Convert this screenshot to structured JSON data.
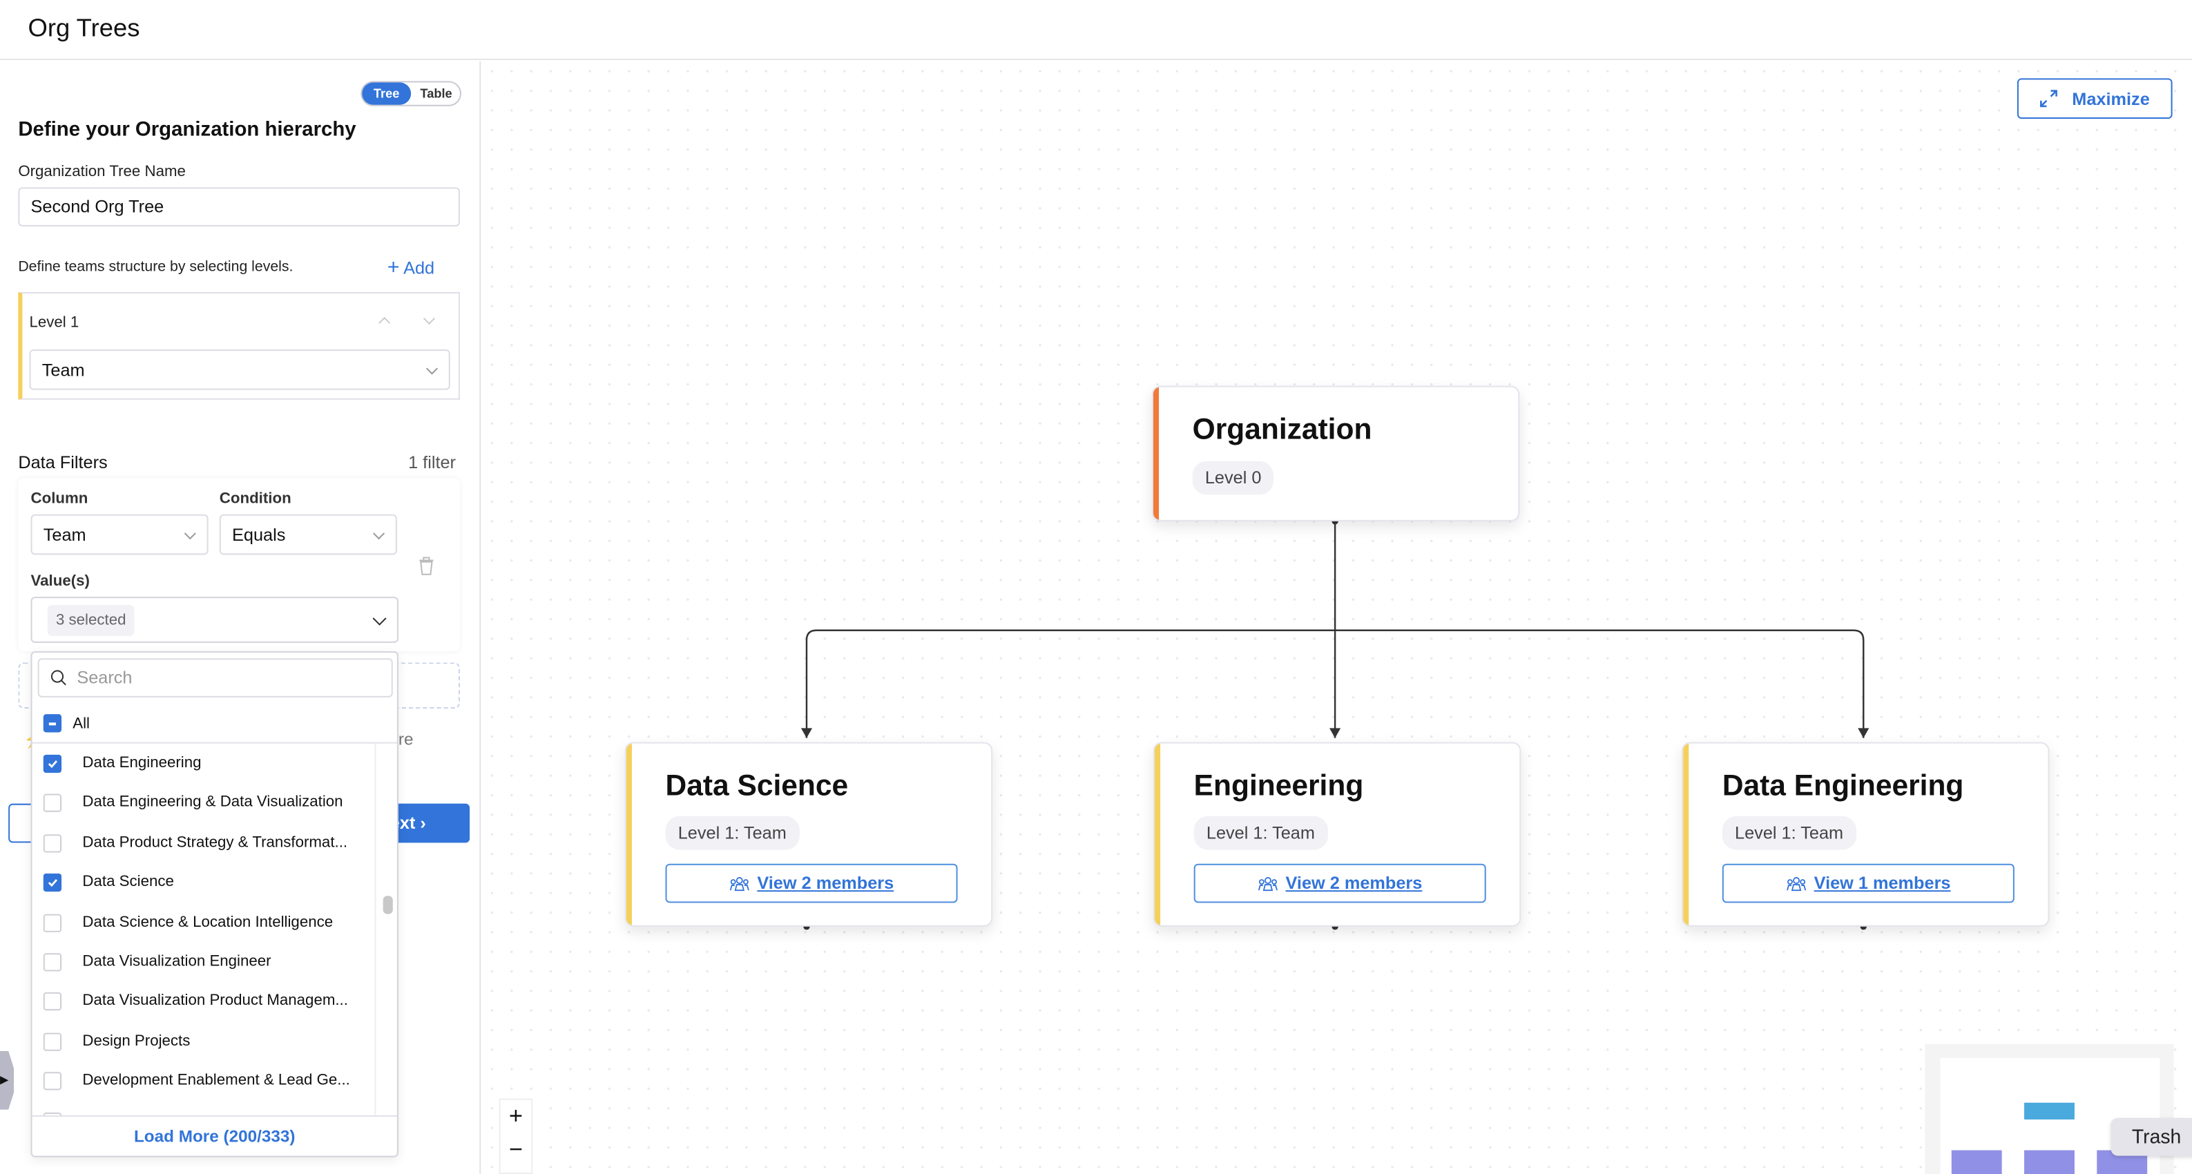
{
  "header": {
    "title": "Org Trees"
  },
  "view_toggle": {
    "options": [
      "Tree",
      "Table"
    ],
    "selected": "Tree"
  },
  "form": {
    "heading": "Define your Organization hierarchy",
    "tree_name_label": "Organization Tree Name",
    "tree_name_value": "Second Org Tree",
    "levels_hint": "Define teams structure by selecting levels.",
    "add_label": "Add",
    "levels": [
      {
        "label": "Level 1",
        "value": "Team"
      }
    ],
    "filters_label": "Data Filters",
    "filters_count": "1 filter",
    "filter": {
      "column_label": "Column",
      "column_value": "Team",
      "condition_label": "Condition",
      "condition_value": "Equals",
      "values_label": "Value(s)",
      "values_chip": "3 selected"
    },
    "partial_text": "re",
    "next_label": "Next"
  },
  "dropdown": {
    "search_placeholder": "Search",
    "all_label": "All",
    "items": [
      {
        "label": "Data Engineering",
        "checked": true
      },
      {
        "label": "Data Engineering & Data Visualization",
        "checked": false
      },
      {
        "label": "Data Product Strategy & Transformat...",
        "checked": false
      },
      {
        "label": "Data Science",
        "checked": true
      },
      {
        "label": "Data Science & Location Intelligence",
        "checked": false
      },
      {
        "label": "Data Visualization Engineer",
        "checked": false
      },
      {
        "label": "Data Visualization Product Managem...",
        "checked": false
      },
      {
        "label": "Design Projects",
        "checked": false
      },
      {
        "label": "Development Enablement & Lead Ge...",
        "checked": false
      }
    ],
    "load_more": "Load More (200/333)"
  },
  "canvas": {
    "maximize_label": "Maximize",
    "root": {
      "title": "Organization",
      "level": "Level 0",
      "accent": "#f07a3a"
    },
    "children": [
      {
        "title": "Data Science",
        "level": "Level 1: Team",
        "members": "View 2 members"
      },
      {
        "title": "Engineering",
        "level": "Level 1: Team",
        "members": "View 2 members"
      },
      {
        "title": "Data Engineering",
        "level": "Level 1: Team",
        "members": "View 1 members"
      }
    ],
    "child_accent": "#f5d05a",
    "zoom_in": "+",
    "zoom_out": "−",
    "tooltip": "Trash"
  },
  "colors": {
    "primary": "#3274d9",
    "minimap_root": "#4aa9dd",
    "minimap_child": "#9090e6"
  }
}
